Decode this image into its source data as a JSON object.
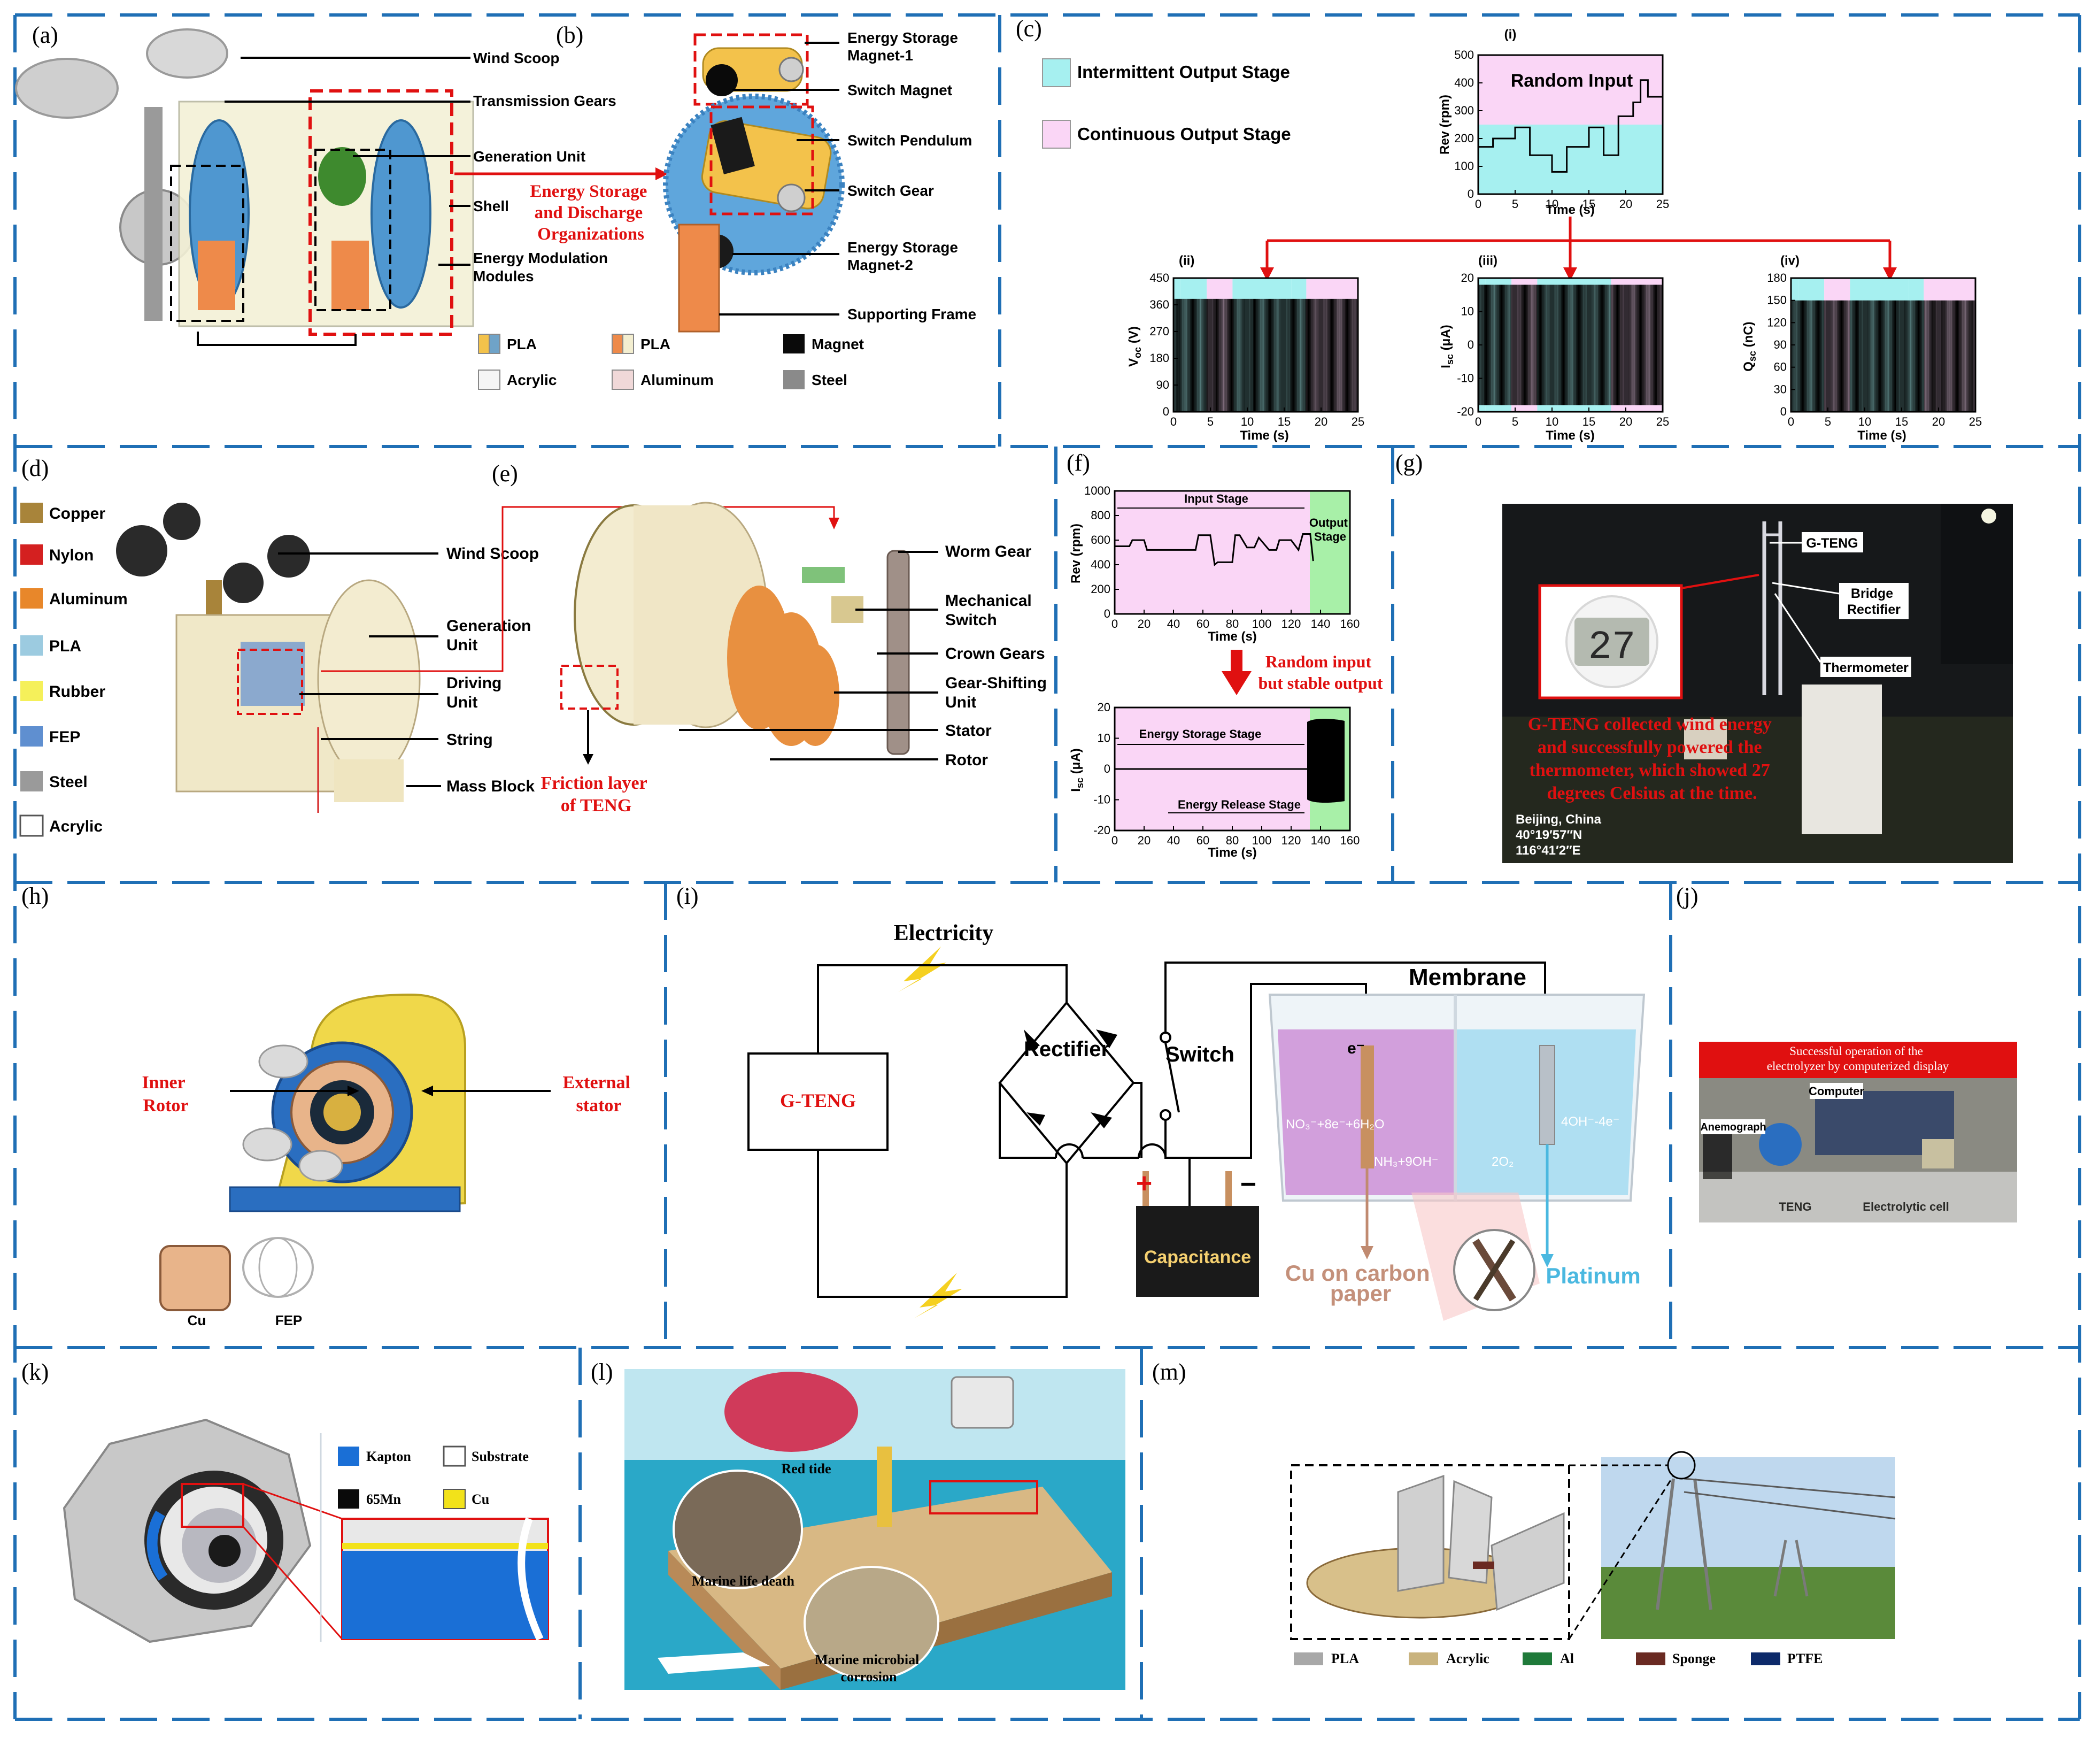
{
  "panels": {
    "a": "(a)",
    "b": "(b)",
    "c": "(c)",
    "d": "(d)",
    "e": "(e)",
    "f": "(f)",
    "g": "(g)",
    "h": "(h)",
    "i": "(i)",
    "j": "(j)",
    "k": "(k)",
    "l": "(l)",
    "m": "(m)"
  },
  "a": {
    "labels": [
      "Wind Scoop",
      "Transmission Gears",
      "Generation Unit",
      "Shell",
      "Energy Modulation\nModules"
    ],
    "callout": "Energy Storage\nand Discharge\nOrganizations"
  },
  "b": {
    "labels": [
      "Energy Storage\nMagnet-1",
      "Switch Magnet",
      "Switch Pendulum",
      "Switch Gear",
      "Energy Storage\nMagnet-2",
      "Supporting Frame"
    ]
  },
  "ab_legend": [
    {
      "label": "PLA",
      "color": "#f3c24b",
      "color2": "#6fa3c8"
    },
    {
      "label": "PLA",
      "color": "#ee8a4a",
      "color2": "#f3eed0"
    },
    {
      "label": "Magnet",
      "color": "#0a0a0a"
    },
    {
      "label": "Acrylic",
      "color": "#f5f5f5"
    },
    {
      "label": "Aluminum",
      "color": "#f0d8d8"
    },
    {
      "label": "Steel",
      "color": "#8a8a8a"
    }
  ],
  "c": {
    "legend": [
      {
        "label": "Intermittent Output Stage",
        "color": "#a6f0f0"
      },
      {
        "label": "Continuous Output Stage",
        "color": "#fad6f6"
      }
    ],
    "sub_i": "(i)",
    "sub_ii": "(ii)",
    "sub_iii": "(iii)",
    "sub_iv": "(iv)",
    "random_input": "Random Input",
    "time_label": "Time (s)"
  },
  "d": {
    "legend": [
      {
        "label": "Copper",
        "color": "#a8843a"
      },
      {
        "label": "Nylon",
        "color": "#d42020"
      },
      {
        "label": "Aluminum",
        "color": "#e8872a"
      },
      {
        "label": "PLA",
        "color": "#9ccbe0"
      },
      {
        "label": "Rubber",
        "color": "#f5f05a"
      },
      {
        "label": "FEP",
        "color": "#5f8fd0"
      },
      {
        "label": "Steel",
        "color": "#9a9a9a"
      },
      {
        "label": "Acrylic",
        "color": "#ffffff"
      }
    ],
    "labels": [
      "Wind Scoop",
      "Generation\nUnit",
      "Driving\nUnit",
      "String",
      "Mass Block"
    ]
  },
  "e": {
    "labels": [
      "Worm Gear",
      "Mechanical\nSwitch",
      "Crown Gears",
      "Gear-Shifting\nUnit",
      "Stator",
      "Rotor"
    ],
    "friction": "Friction layer\nof TENG"
  },
  "f": {
    "input_stage": "Input Stage",
    "output_stage": "Output\nStage",
    "arrow_text": "Random input\nbut stable output",
    "storage_stage": "Energy Storage Stage",
    "release_stage": "Energy Release Stage",
    "time_label": "Time (s)"
  },
  "g": {
    "labels": [
      "G-TENG",
      "Bridge\nRectifier",
      "Thermometer"
    ],
    "display": "27",
    "caption": "G-TENG collected wind energy\nand successfully powered the\nthermometer, which showed 27\ndegrees Celsius at the time.",
    "location": "Beijing, China\n40°19′57″N\n116°41′2″E"
  },
  "h": {
    "inner": "Inner\nRotor",
    "external": "External\nstator",
    "cu": "Cu",
    "fep": "FEP"
  },
  "i": {
    "electricity": "Electricity",
    "rectifier": "Rectifier",
    "switch": "Switch",
    "membrane": "Membrane",
    "teng": "G-TENG",
    "capacitance": "Capacitance",
    "plus": "+",
    "minus": "−",
    "eminus": "e⁻",
    "reaction_left": "NO₃⁻+8e⁻+6H₂O",
    "reaction_left2": "NH₃+9OH⁻",
    "reaction_right": "4OH⁻-4e⁻",
    "reaction_right2": "2O₂",
    "cu_label": "Cu on carbon\npaper",
    "pt_label": "Platinum"
  },
  "j": {
    "banner": "Successful operation of the\nelectrolyzer by computerized display",
    "computer": "Computer",
    "anemograph": "Anemograph",
    "teng": "TENG",
    "cell": "Electrolytic cell"
  },
  "k": {
    "legend": [
      {
        "label": "Kapton",
        "color": "#1a6fd6"
      },
      {
        "label": "Substrate",
        "color": "#ffffff"
      },
      {
        "label": "65Mn",
        "color": "#0a0a0a"
      },
      {
        "label": "Cu",
        "color": "#f2e21a"
      }
    ]
  },
  "l": {
    "red_tide": "Red tide",
    "marine_death": "Marine life death",
    "corrosion": "Marine microbial\ncorrosion"
  },
  "m": {
    "legend": [
      {
        "label": "PLA",
        "color": "#a8a8a8"
      },
      {
        "label": "Acrylic",
        "color": "#c9b37e"
      },
      {
        "label": "Al",
        "color": "#1f7a3a"
      },
      {
        "label": "Sponge",
        "color": "#6a2a22"
      },
      {
        "label": "PTFE",
        "color": "#0d2a6a"
      }
    ]
  },
  "chart_data": [
    {
      "type": "line",
      "id": "c-i",
      "title": "(i)",
      "ylabel": "Rev (rpm)",
      "xlabel": "Time (s)",
      "xlim": [
        0,
        25
      ],
      "ylim": [
        0,
        500
      ],
      "xticks": [
        0,
        5,
        10,
        15,
        20,
        25
      ],
      "yticks": [
        0,
        100,
        200,
        300,
        400,
        500
      ],
      "series": [
        {
          "values_x": [
            0,
            2,
            2,
            5,
            5,
            7,
            7,
            10,
            10,
            12,
            12,
            15,
            15,
            17,
            17,
            19,
            19,
            21,
            21,
            22,
            22,
            23,
            23,
            25
          ],
          "values_y": [
            170,
            170,
            200,
            200,
            240,
            240,
            140,
            140,
            80,
            80,
            170,
            170,
            240,
            240,
            140,
            140,
            280,
            280,
            330,
            330,
            410,
            410,
            350,
            350
          ]
        }
      ]
    },
    {
      "type": "line",
      "id": "c-ii",
      "title": "(ii)",
      "ylabel": "Voc (V)",
      "xlabel": "Time (s)",
      "xlim": [
        0,
        25
      ],
      "ylim": [
        0,
        450
      ],
      "xticks": [
        0,
        5,
        10,
        15,
        20,
        25
      ],
      "yticks": [
        0,
        90,
        180,
        270,
        360,
        450
      ],
      "envelope": [
        0,
        380
      ]
    },
    {
      "type": "line",
      "id": "c-iii",
      "title": "(iii)",
      "ylabel": "Isc (μA)",
      "xlabel": "Time (s)",
      "xlim": [
        0,
        25
      ],
      "ylim": [
        -20,
        20
      ],
      "xticks": [
        0,
        5,
        10,
        15,
        20,
        25
      ],
      "yticks": [
        -20,
        -10,
        0,
        10,
        20
      ],
      "envelope": [
        -18,
        18
      ]
    },
    {
      "type": "line",
      "id": "c-iv",
      "title": "(iv)",
      "ylabel": "Qsc (nC)",
      "xlabel": "Time (s)",
      "xlim": [
        0,
        25
      ],
      "ylim": [
        0,
        180
      ],
      "xticks": [
        0,
        5,
        10,
        15,
        20,
        25
      ],
      "yticks": [
        0,
        30,
        60,
        90,
        120,
        150,
        180
      ],
      "envelope": [
        0,
        150
      ]
    },
    {
      "type": "line",
      "id": "f-top",
      "ylabel": "Rev (rpm)",
      "xlabel": "Time (s)",
      "xlim": [
        0,
        160
      ],
      "ylim": [
        0,
        1000
      ],
      "xticks": [
        0,
        20,
        40,
        60,
        80,
        100,
        120,
        140,
        160
      ],
      "yticks": [
        0,
        200,
        400,
        600,
        800,
        1000
      ],
      "series": [
        {
          "values_x": [
            0,
            10,
            12,
            20,
            22,
            55,
            57,
            65,
            68,
            70,
            80,
            82,
            85,
            90,
            95,
            98,
            105,
            110,
            112,
            120,
            125,
            128,
            133,
            135
          ],
          "values_y": [
            550,
            550,
            600,
            600,
            520,
            520,
            640,
            640,
            400,
            420,
            420,
            640,
            640,
            540,
            540,
            620,
            520,
            520,
            600,
            600,
            520,
            650,
            650,
            430
          ]
        }
      ]
    },
    {
      "type": "line",
      "id": "f-bottom",
      "ylabel": "Isc (μA)",
      "xlabel": "Time (s)",
      "xlim": [
        0,
        160
      ],
      "ylim": [
        -20,
        20
      ],
      "xticks": [
        0,
        20,
        40,
        60,
        80,
        100,
        120,
        140,
        160
      ],
      "yticks": [
        -20,
        -10,
        0,
        10,
        20
      ],
      "series": [
        {
          "values_x": [
            0,
            135
          ],
          "values_y": [
            0,
            0
          ]
        }
      ]
    }
  ]
}
